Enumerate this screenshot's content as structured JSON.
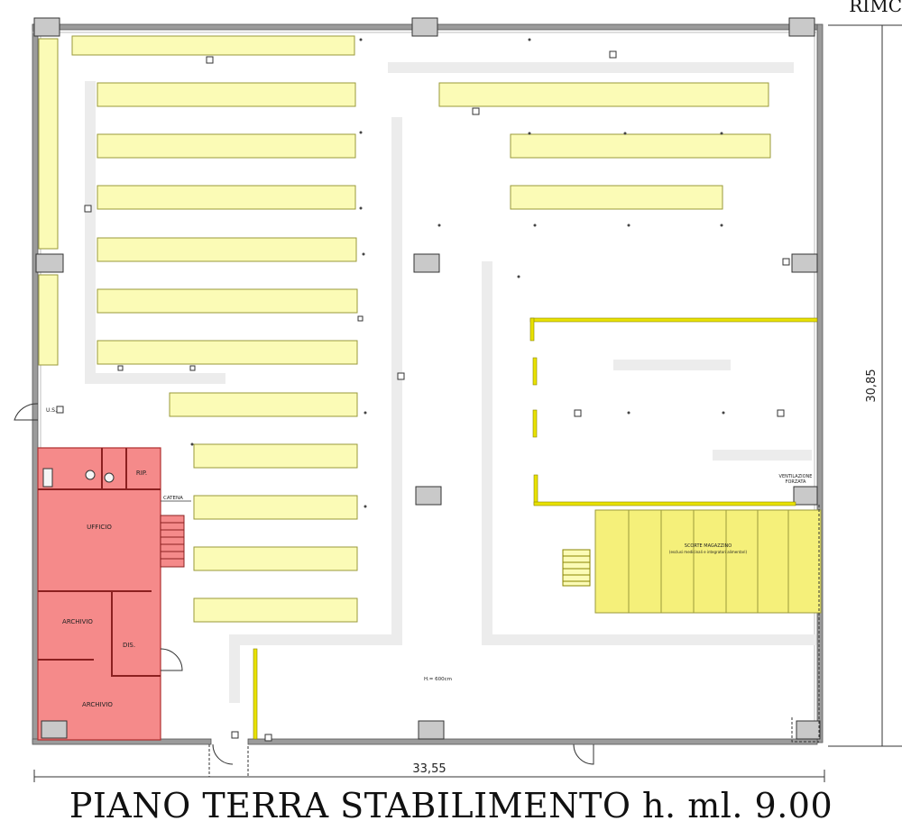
{
  "title": "PIANO TERRA STABILIMENTO h. ml. 9.00",
  "corner_text": "RIMC",
  "dimensions": {
    "width": "33,55",
    "height": "30,85"
  },
  "rooms": {
    "ufficio": "UFFICIO",
    "archivio_1": "ARCHIVIO",
    "archivio_2": "ARCHIVIO",
    "dis": "DIS.",
    "rip": "RIP."
  },
  "labels": {
    "us": "U.S.",
    "catena": "CATENA",
    "ventilazione_1": "VENTILAZIONE",
    "ventilazione_2": "FORZATA",
    "scorte_1": "SCORTE MAGAZZINO",
    "scorte_2": "(esclusi medicinali e integratori alimentari)",
    "height_note": "H.= 600cm"
  },
  "colors": {
    "shelf": "#fbfbb6",
    "shelf_stroke": "#9a9a3a",
    "office": "#f58a8a",
    "office_stroke": "#c23b3b",
    "wall": "#7d7d7d",
    "yellow_wall": "#e9e200"
  }
}
